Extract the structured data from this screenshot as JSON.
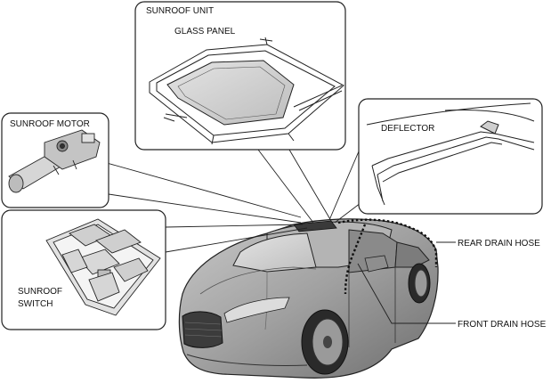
{
  "labels": {
    "sunroof_unit": "SUNROOF UNIT",
    "glass_panel": "GLASS PANEL",
    "sunroof_motor": "SUNROOF MOTOR",
    "deflector": "DEFLECTOR",
    "sunroof_switch_line1": "SUNROOF",
    "sunroof_switch_line2": "SWITCH",
    "rear_drain_hose": "REAR DRAIN HOSE",
    "front_drain_hose": "FRONT DRAIN HOSE"
  },
  "colors": {
    "outline": "#222222",
    "car_body": "#9a9a9a",
    "car_shade": "#6f6f6f",
    "panel_fill": "#ffffff",
    "drain_hose": "#111111"
  }
}
